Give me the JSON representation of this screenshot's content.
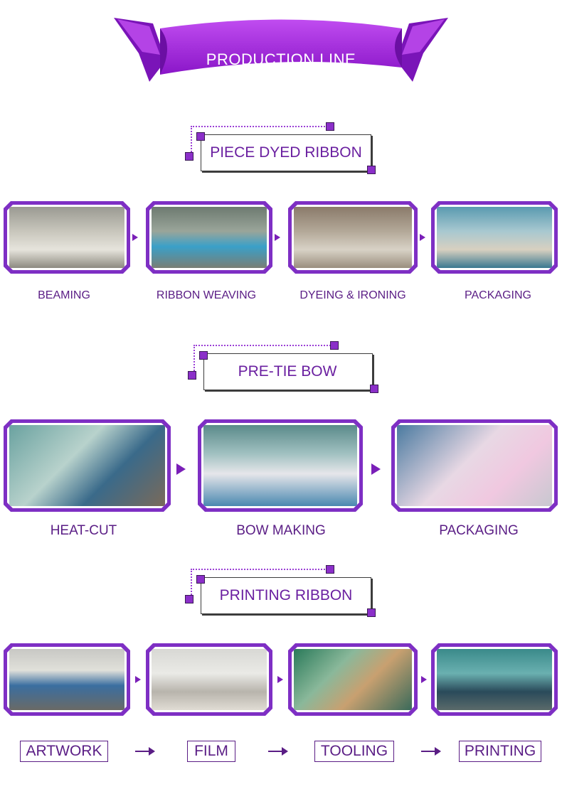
{
  "banner": {
    "title": "PRODUCTION LINE"
  },
  "sections": [
    {
      "title": "PIECE DYED RIBBON",
      "steps": [
        "BEAMING",
        "RIBBON WEAVING",
        "DYEING & IRONING",
        "PACKAGING"
      ]
    },
    {
      "title": "PRE-TIE BOW",
      "steps": [
        "HEAT-CUT",
        "BOW MAKING",
        "PACKAGING"
      ]
    },
    {
      "title": "PRINTING RIBBON",
      "steps": [
        "ARTWORK",
        "FILM",
        "TOOLING",
        "PRINTING"
      ]
    }
  ],
  "colors": {
    "accent": "#7a1fb8",
    "banner": "#a62de0",
    "text": "#5a1d85"
  }
}
